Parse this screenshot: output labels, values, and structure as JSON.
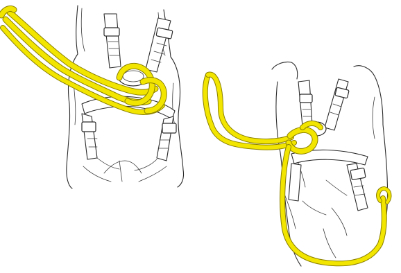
{
  "colors": {
    "background": "#ffffff",
    "ink": "#2a2a2a",
    "webbing_fill": "#f2e600",
    "webbing_edge": "#8a7f00"
  },
  "figures": [
    {
      "id": "left-figure",
      "subject": "torso-harness-front",
      "webbing": "yellow-sling-looped-through-chest-attachment"
    },
    {
      "id": "right-figure",
      "subject": "torso-harness-front-angled",
      "webbing": "yellow-sling-girth-hitched-with-loop-hanging"
    }
  ]
}
